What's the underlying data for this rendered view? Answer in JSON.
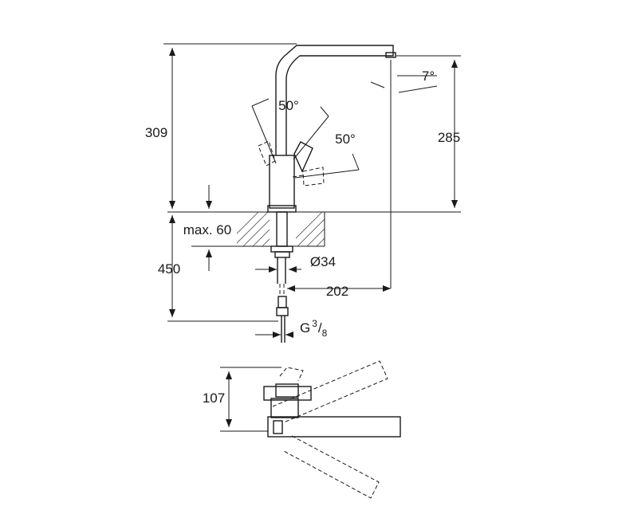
{
  "side_view": {
    "dims": {
      "total_height": "309",
      "spout_height": "285",
      "spout_angle": "7°",
      "lever_angle_back": "50°",
      "lever_angle_front": "50°",
      "max_countertop": "max. 60",
      "hose_length": "450",
      "hole_diameter": "Ø34",
      "spout_reach": "202",
      "thread_g": "G",
      "thread_num": "3",
      "thread_den": "8"
    }
  },
  "top_view": {
    "dims": {
      "lever_offset": "107"
    }
  }
}
